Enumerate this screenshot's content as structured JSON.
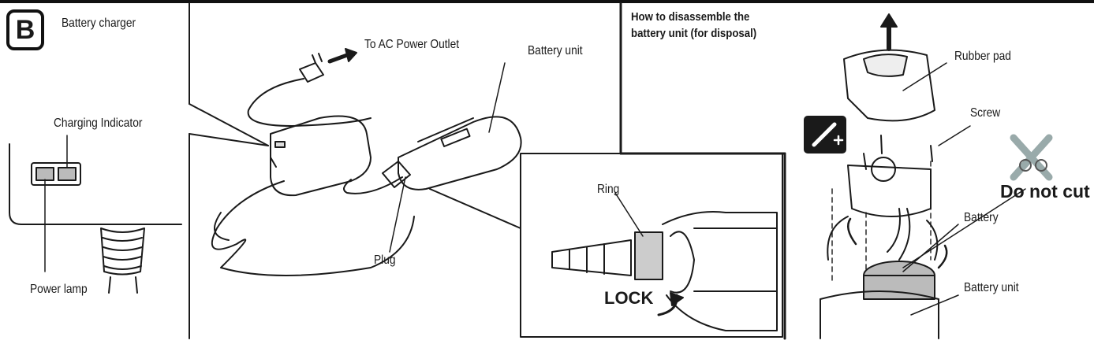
{
  "section": {
    "badge_letter": "B",
    "title": "Battery charger"
  },
  "charger_labels": {
    "charging_indicator": "Charging Indicator",
    "power_lamp": "Power lamp",
    "ac_outlet": "To AC Power Outlet",
    "battery_unit": "Battery unit",
    "plug": "Plug",
    "ring": "Ring",
    "lock": "LOCK"
  },
  "disassembly": {
    "heading_line1": "How to disassemble the",
    "heading_line2": "battery unit (for disposal)",
    "rubber_pad": "Rubber pad",
    "screw": "Screw",
    "do_not_cut": "Do not cut",
    "battery": "Battery",
    "battery_unit": "Battery unit"
  },
  "icons": [
    "screwdriver-plus-icon",
    "scissors-prohibited-icon",
    "up-arrow-icon",
    "right-arrow-icon"
  ]
}
